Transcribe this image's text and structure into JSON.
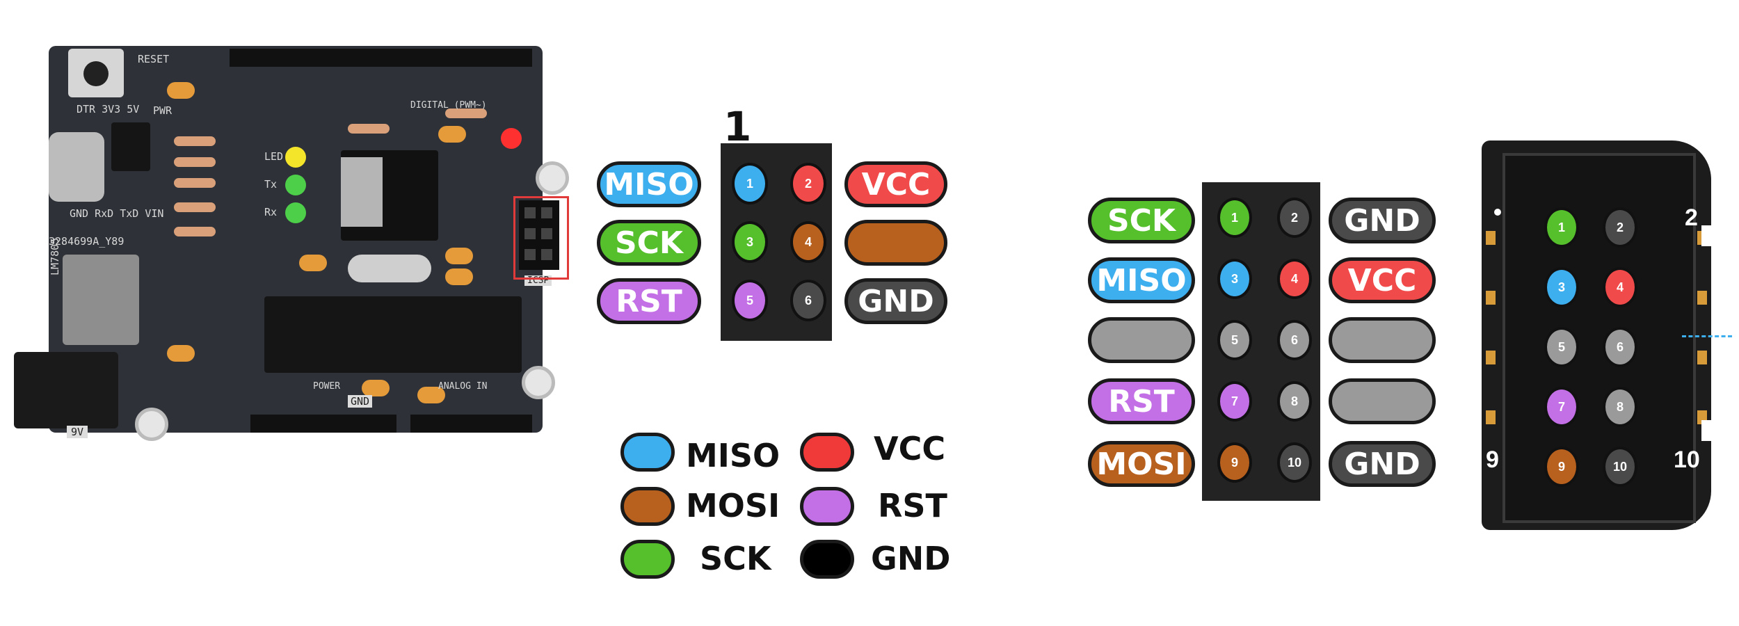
{
  "colors": {
    "miso": "#3daeee",
    "mosi": "#b8601e",
    "sck": "#55c02c",
    "vcc": "#f04a4a",
    "rst": "#c36fe5",
    "gnd": "#4a4a4a",
    "unused": "#9a9a9a",
    "panel": "#232323"
  },
  "board": {
    "labels": {
      "reset": "RESET",
      "pwr": "PWR",
      "serial_id": "3284699A_Y89",
      "regulator": "LM7805",
      "usb_pins": "GND RxD TxD VIN",
      "dtr": "DTR 3V3 5V",
      "digital": "DIGITAL (PWM~)",
      "icsp": "ICSP",
      "power": "POWER",
      "analog": "ANALOG IN",
      "gnd": "GND",
      "nine_v": "9V",
      "led_labels": [
        "LED",
        "Tx",
        "Rx"
      ]
    }
  },
  "header6": {
    "pin1_marker": "1",
    "pins": [
      {
        "num": "1",
        "color": "miso"
      },
      {
        "num": "2",
        "color": "vcc"
      },
      {
        "num": "3",
        "color": "sck"
      },
      {
        "num": "4",
        "color": "mosi"
      },
      {
        "num": "5",
        "color": "rst"
      },
      {
        "num": "6",
        "color": "gnd"
      }
    ],
    "left_labels": [
      {
        "text": "MISO",
        "color": "miso"
      },
      {
        "text": "SCK",
        "color": "sck"
      },
      {
        "text": "RST",
        "color": "rst"
      }
    ],
    "right_labels": [
      {
        "text": "VCC",
        "color": "vcc"
      },
      {
        "text": "",
        "color": "mosi"
      },
      {
        "text": "GND",
        "color": "gnd"
      }
    ]
  },
  "legend": [
    {
      "text": "MISO",
      "color": "#3daeee"
    },
    {
      "text": "VCC",
      "color": "#f03a3a"
    },
    {
      "text": "MOSI",
      "color": "#b8601e"
    },
    {
      "text": "RST",
      "color": "#c36fe5"
    },
    {
      "text": "SCK",
      "color": "#55c02c"
    },
    {
      "text": "GND",
      "color": "#000000"
    }
  ],
  "header10": {
    "pins": [
      {
        "num": "1",
        "color": "sck"
      },
      {
        "num": "2",
        "color": "gnd"
      },
      {
        "num": "3",
        "color": "miso"
      },
      {
        "num": "4",
        "color": "vcc"
      },
      {
        "num": "5",
        "color": "unused"
      },
      {
        "num": "6",
        "color": "unused"
      },
      {
        "num": "7",
        "color": "rst"
      },
      {
        "num": "8",
        "color": "unused"
      },
      {
        "num": "9",
        "color": "mosi"
      },
      {
        "num": "10",
        "color": "gnd"
      }
    ],
    "left_labels": [
      {
        "text": "SCK",
        "color": "sck"
      },
      {
        "text": "MISO",
        "color": "miso"
      },
      {
        "text": "",
        "color": "unused"
      },
      {
        "text": "RST",
        "color": "rst"
      },
      {
        "text": "MOSI",
        "color": "mosi"
      }
    ],
    "right_labels": [
      {
        "text": "GND",
        "color": "gnd"
      },
      {
        "text": "VCC",
        "color": "vcc"
      },
      {
        "text": "",
        "color": "unused"
      },
      {
        "text": "",
        "color": "unused"
      },
      {
        "text": "GND",
        "color": "gnd"
      }
    ]
  },
  "connector": {
    "num_top_right": "2",
    "num_bottom_left": "9",
    "num_bottom_right": "10",
    "pins": [
      {
        "num": "1",
        "color": "sck"
      },
      {
        "num": "2",
        "color": "gnd"
      },
      {
        "num": "3",
        "color": "miso"
      },
      {
        "num": "4",
        "color": "vcc"
      },
      {
        "num": "5",
        "color": "unused"
      },
      {
        "num": "6",
        "color": "unused"
      },
      {
        "num": "7",
        "color": "rst"
      },
      {
        "num": "8",
        "color": "unused"
      },
      {
        "num": "9",
        "color": "mosi"
      },
      {
        "num": "10",
        "color": "gnd"
      }
    ]
  }
}
